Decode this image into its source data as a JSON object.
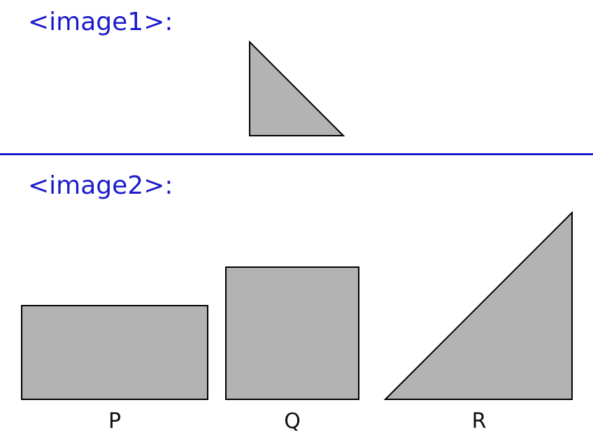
{
  "image1": {
    "label": "<image1>:"
  },
  "image2": {
    "label": "<image2>:",
    "shapes": [
      {
        "label": "P",
        "kind": "rectangle"
      },
      {
        "label": "Q",
        "kind": "rectangle"
      },
      {
        "label": "R",
        "kind": "right-triangle"
      }
    ]
  },
  "colors": {
    "label_text": "#1b1bcc",
    "divider": "#1b1bcc",
    "shape_fill": "#b3b3b3",
    "shape_stroke": "#000000"
  }
}
